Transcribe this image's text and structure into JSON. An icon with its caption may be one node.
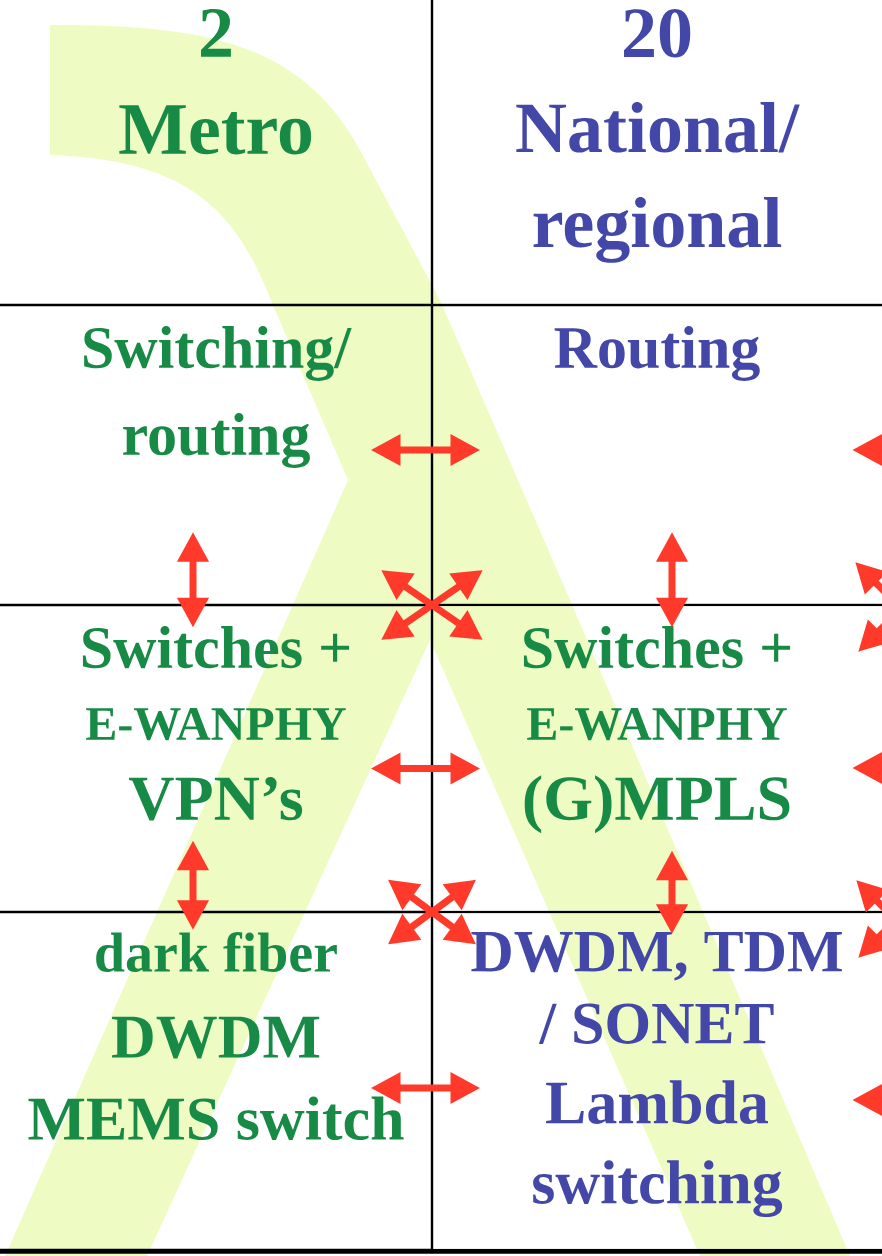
{
  "diagram": {
    "nodes": [
      {
        "text": [
          "2",
          "Metro"
        ]
      },
      {
        "text": [
          "20",
          "National/ regional"
        ]
      },
      {
        "text": [
          "Switching/ routing"
        ]
      },
      {
        "text": [
          "Routing"
        ]
      },
      {
        "text": [
          "Switches +",
          "E-WANPHY",
          "VPN’s"
        ]
      },
      {
        "text": [
          "Switches +",
          "E-WANPHY",
          "(G)MPLS"
        ]
      },
      {
        "text": [
          "dark fiber",
          "DWDM",
          "MEMS switch"
        ]
      },
      {
        "text": [
          "DWDM, TDM / SONET",
          "Lambda switching"
        ]
      }
    ],
    "edges": [
      {
        "from": 2,
        "to": 3,
        "arrow": "both"
      },
      {
        "from": 2,
        "to": 4,
        "arrow": "both"
      },
      {
        "from": 3,
        "to": 5,
        "arrow": "both"
      },
      {
        "from": 2,
        "to": 5,
        "arrow": "both"
      },
      {
        "from": 3,
        "to": 4,
        "arrow": "both"
      },
      {
        "from": 4,
        "to": 5,
        "arrow": "both"
      },
      {
        "from": 4,
        "to": 6,
        "arrow": "both"
      },
      {
        "from": 5,
        "to": 7,
        "arrow": "both"
      },
      {
        "from": 4,
        "to": 7,
        "arrow": "both"
      },
      {
        "from": 5,
        "to": 6,
        "arrow": "both"
      },
      {
        "from": 6,
        "to": 7,
        "arrow": "both"
      },
      {
        "from": null,
        "to": 3,
        "arrow": "to"
      },
      {
        "from": null,
        "to": 3,
        "arrow": "to"
      },
      {
        "from": null,
        "to": 5,
        "arrow": "to"
      },
      {
        "from": null,
        "to": 5,
        "arrow": "to"
      },
      {
        "from": null,
        "to": 5,
        "arrow": "to"
      },
      {
        "from": null,
        "to": 7,
        "arrow": "to"
      },
      {
        "from": null,
        "to": 7,
        "arrow": "to"
      }
    ]
  }
}
